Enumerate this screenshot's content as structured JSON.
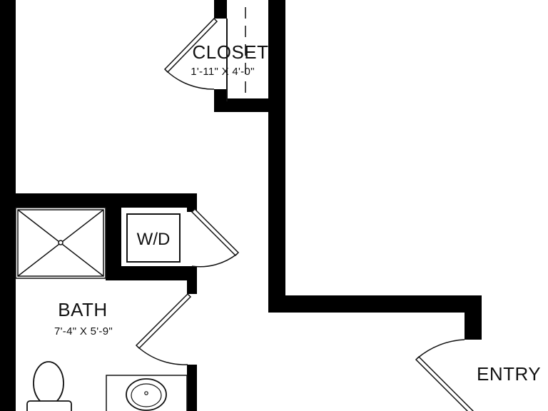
{
  "colors": {
    "wall": "#000000",
    "line": "#111111",
    "background": "#ffffff"
  },
  "rooms": {
    "closet": {
      "name": "CLOSET",
      "dimensions": "1'-11\" X 4'-0\""
    },
    "bath": {
      "name": "BATH",
      "dimensions": "7'-4\" X 5'-9\""
    },
    "washer_dryer": {
      "label": "W/D"
    },
    "entry": {
      "name": "ENTRY"
    }
  },
  "fixtures": [
    "shower",
    "toilet",
    "sink",
    "washer-dryer"
  ],
  "doors": [
    "closet-door",
    "wd-door",
    "bath-door",
    "entry-door"
  ]
}
